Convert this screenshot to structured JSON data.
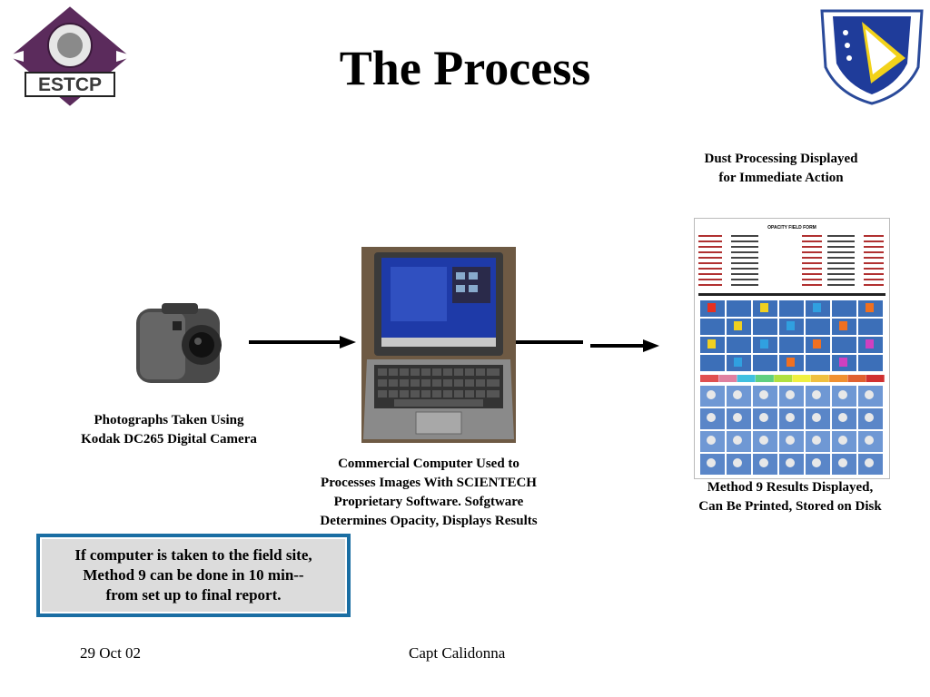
{
  "slide": {
    "title": "The Process",
    "logos": {
      "left": "ESTCP",
      "right_icon": "afrl-shield-icon",
      "left_icon": "estcp-seal-icon"
    }
  },
  "camera": {
    "icon": "digital-camera-icon",
    "caption": [
      "Photographs Taken Using",
      "Kodak DC265 Digital Camera"
    ]
  },
  "computer": {
    "icon": "laptop-icon",
    "caption": [
      "Commercial Computer Used to",
      "Processes Images With SCIENTECH",
      "Proprietary Software.  Sofgtware",
      "Determines Opacity,  Displays Results"
    ]
  },
  "results": {
    "top_caption": [
      "Dust Processing Displayed",
      "for Immediate Action"
    ],
    "bottom_caption": [
      "Method 9 Results Displayed,",
      "Can Be Printed, Stored on Disk"
    ],
    "form_title": "OPACITY FIELD FORM"
  },
  "callout": {
    "lines": [
      "If computer is taken to the field site,",
      "Method 9 can be done in 10 min--",
      "from set up to final report."
    ]
  },
  "footer": {
    "date": "29 Oct 02",
    "author": "Capt Calidonna"
  },
  "colors": {
    "callout_border": "#1a6ea3",
    "callout_fill": "#dcdcdc"
  }
}
